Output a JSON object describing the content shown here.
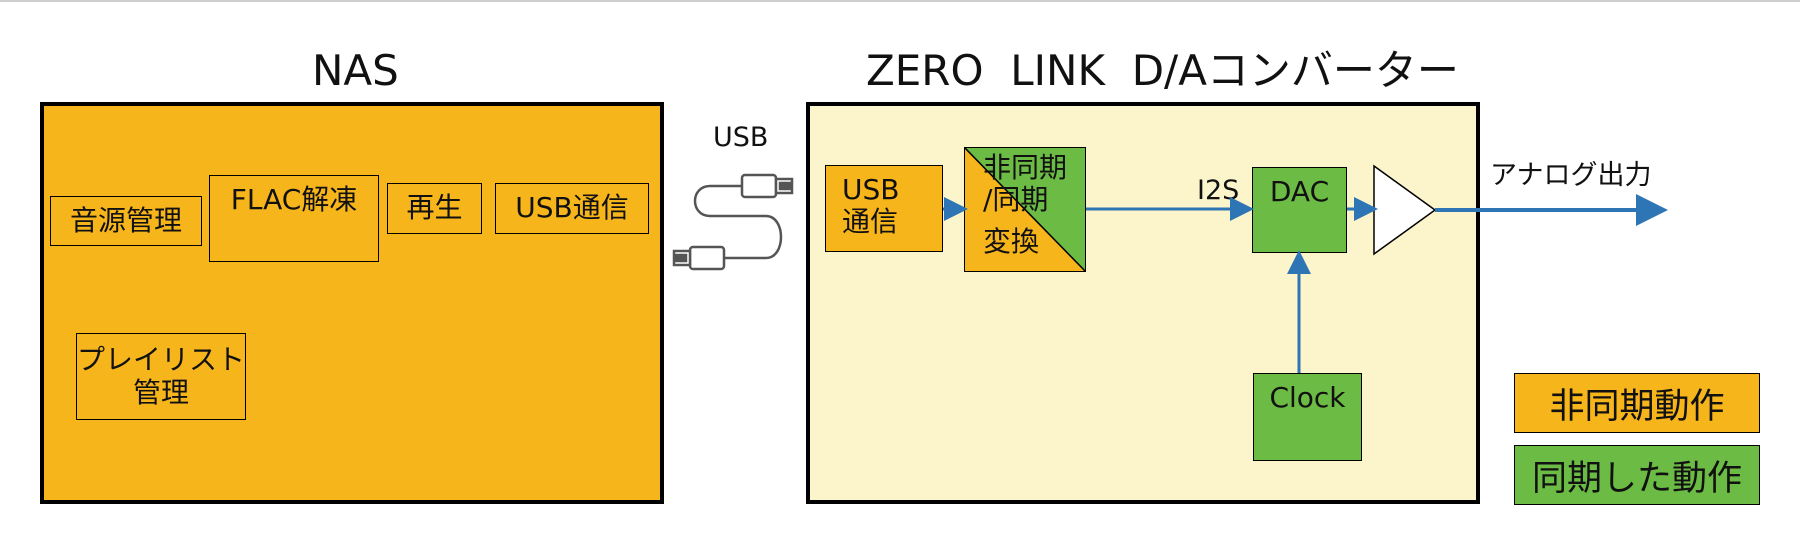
{
  "nas": {
    "title": "NAS",
    "blocks": {
      "source_mgmt": "音源管理",
      "flac": "FLAC解凍",
      "playback": "再生",
      "usb_comm": "USB通信",
      "playlist": "プレイリスト\n管理"
    }
  },
  "usb_cable_label": "USB",
  "dac_unit": {
    "title": "ZERO  LINK  D/Aコンバーター",
    "blocks": {
      "usb_comm": "USB\n通信",
      "converter_top": "非同期\n/同期",
      "converter_bottom": "変換",
      "dac": "DAC",
      "clock": "Clock"
    },
    "i2s_label": "I2S",
    "output_label": "アナログ出力"
  },
  "legend": {
    "async": "非同期動作",
    "sync": "同期した動作"
  },
  "colors": {
    "async": "#f7b51c",
    "sync": "#6cbb44",
    "dac_panel_bg": "#fcf4ca",
    "arrow": "#2e75b6"
  }
}
